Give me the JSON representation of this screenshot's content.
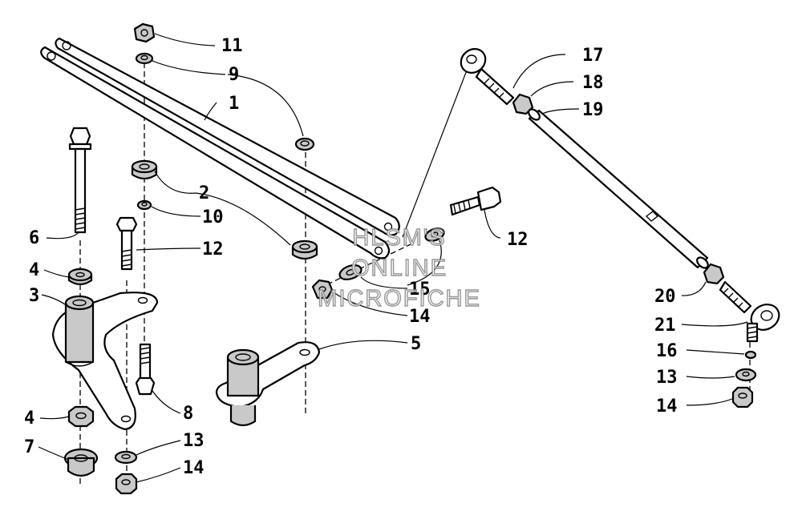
{
  "watermark": {
    "line1": "HLSM'S",
    "line2": "ONLINE",
    "line3": "MICROFICHE"
  },
  "callouts": {
    "c1": "1",
    "c2": "2",
    "c3": "3",
    "c4a": "4",
    "c4b": "4",
    "c5": "5",
    "c6": "6",
    "c7": "7",
    "c8": "8",
    "c9": "9",
    "c10": "10",
    "c11": "11",
    "c12a": "12",
    "c12b": "12",
    "c13a": "13",
    "c13b": "13",
    "c14a": "14",
    "c14b": "14",
    "c14c": "14",
    "c15": "15",
    "c16": "16",
    "c17": "17",
    "c18": "18",
    "c19": "19",
    "c20": "20",
    "c21": "21"
  },
  "colors": {
    "line": "#000000",
    "part_shade": "#c9c9c9",
    "watermark_outline": "#8a8a8a",
    "background": "#ffffff"
  }
}
